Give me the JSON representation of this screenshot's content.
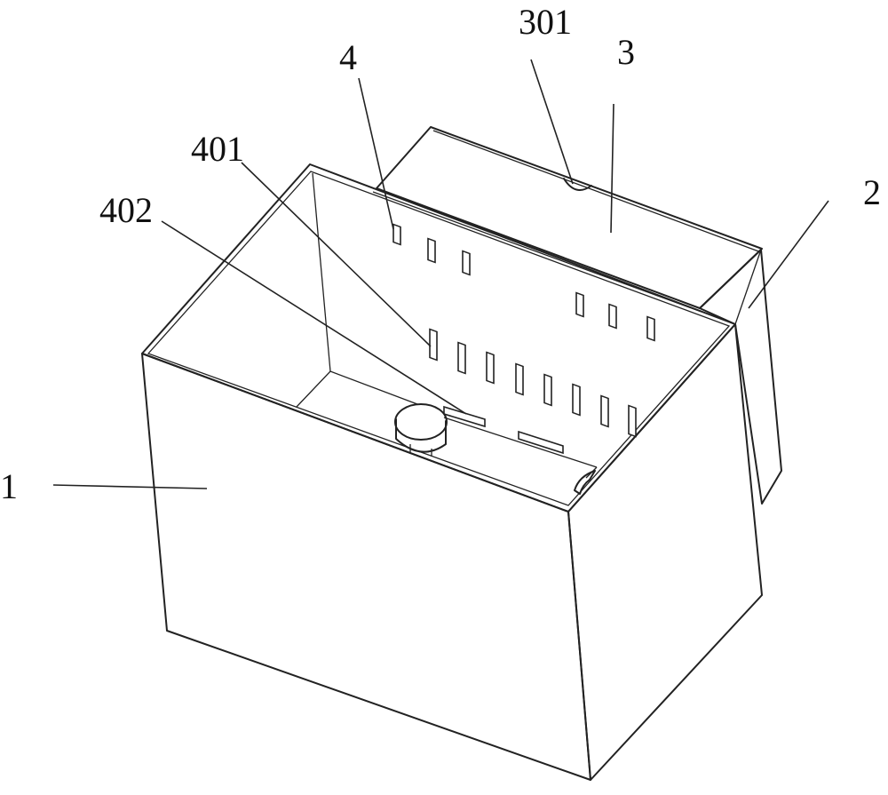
{
  "labels": {
    "box": "1",
    "side_housing": "2",
    "cover": "3",
    "cover_notch": "301",
    "partition": "4",
    "partition_slot": "401",
    "bottom_slot": "402"
  }
}
